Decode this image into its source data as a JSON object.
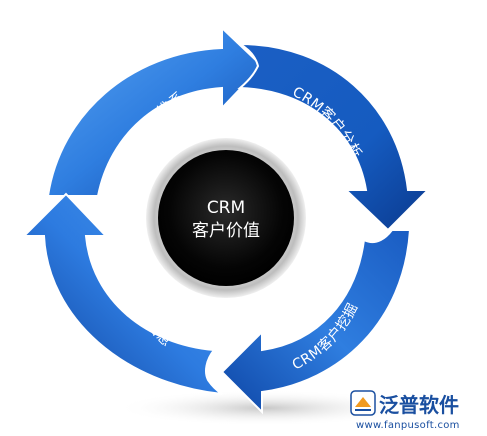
{
  "center": {
    "line1": "CRM",
    "line2": "客户价值"
  },
  "segments": {
    "top_left": "CRM客户维系",
    "top_right": "CRM客户分析",
    "bottom_right": "CRM客户挖掘",
    "bottom_left": "CRM客户信息"
  },
  "logo": {
    "name": "泛普软件",
    "url": "www.fanpusoft.com",
    "icon": "fanpu-logo-icon"
  },
  "colors": {
    "arrow_light": "#3f8ee8",
    "arrow_dark": "#0d3f98",
    "center": "#0a0a0a",
    "logo_blue": "#1a4fa0",
    "logo_orange": "#f29a1f"
  }
}
